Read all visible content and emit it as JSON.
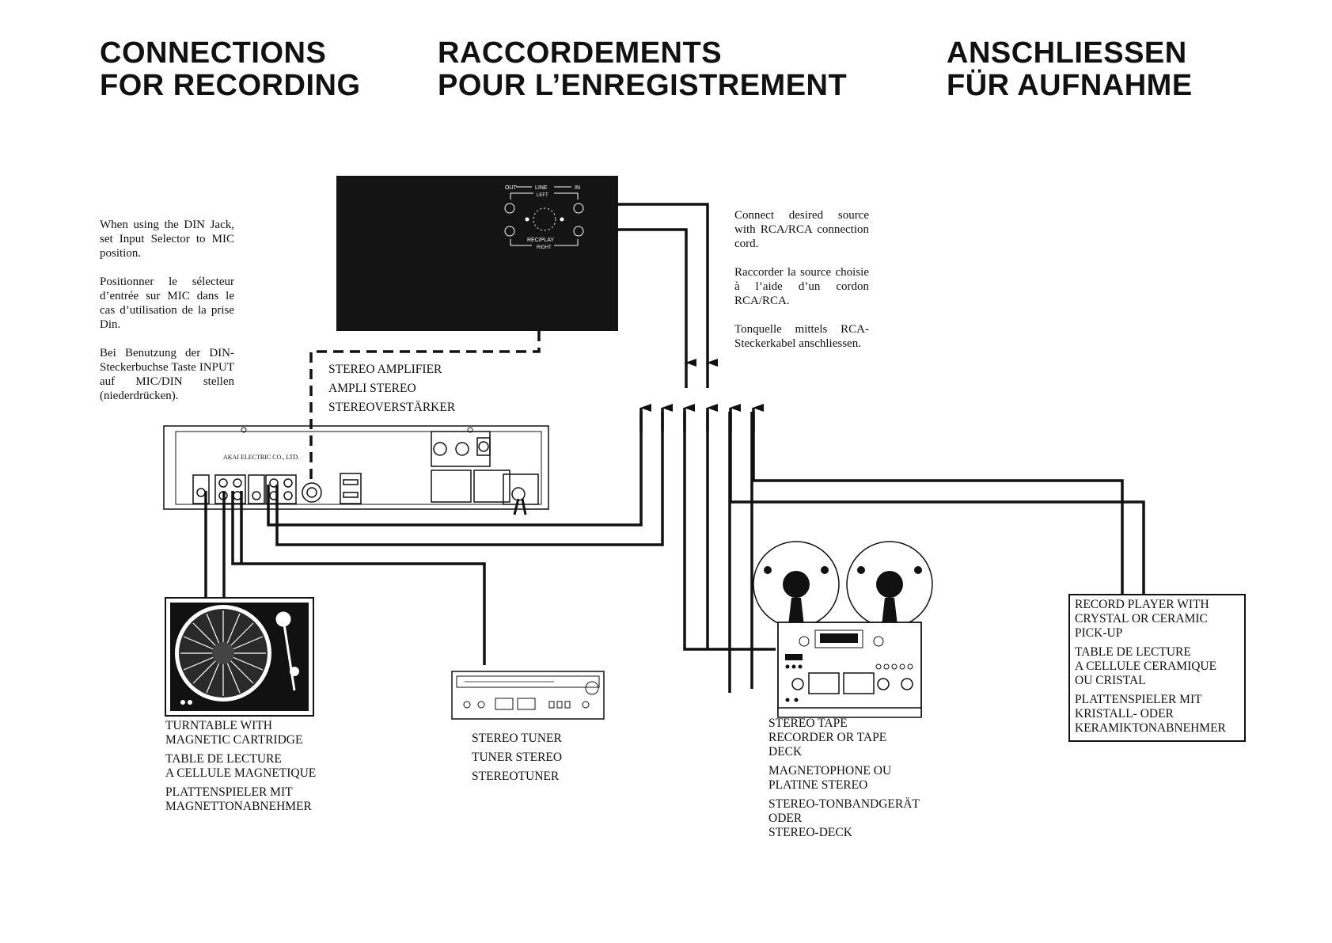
{
  "titles": [
    {
      "line1": "CONNECTIONS",
      "line2": "FOR RECORDING"
    },
    {
      "line1": "RACCORDEMENTS",
      "line2": "POUR L’ENREGISTREMENT"
    },
    {
      "line1": "ANSCHLIESSEN",
      "line2": "FÜR AUFNAHME"
    }
  ],
  "din_note": [
    "When using the DIN Jack, set Input Selector to MIC position.",
    "Positionner le sélecteur d’entrée sur MIC dans le cas d’utilisation de la prise Din.",
    "Bei Benutzung der DIN-Steckerbuchse Taste INPUT auf MIC/DIN stellen (niederdrücken)."
  ],
  "rca_note": [
    "Connect desired source with RCA/RCA connection cord.",
    "Raccorder la source choisie à l’aide d’un cordon RCA/RCA.",
    "Tonquelle mittels RCA-Steckerkabel anschliessen."
  ],
  "recorder_panel": {
    "out": "OUT",
    "line": "LINE",
    "in": "IN",
    "left": "LEFT",
    "rec_play": "REC/PLAY",
    "right": "RIGHT"
  },
  "amplifier": {
    "label": [
      "STEREO AMPLIFIER",
      "AMPLI STEREO",
      "STEREOVERSTÄRKER"
    ],
    "brand": "AKAI ELECTRIC CO., LTD."
  },
  "devices": {
    "turntable": [
      [
        "TURNTABLE WITH",
        "MAGNETIC CARTRIDGE"
      ],
      [
        "TABLE DE LECTURE",
        "A CELLULE MAGNETIQUE"
      ],
      [
        "PLATTENSPIELER MIT",
        "MAGNETTONABNEHMER"
      ]
    ],
    "tuner": [
      [
        "STEREO TUNER"
      ],
      [
        "TUNER STEREO"
      ],
      [
        "STEREOTUNER"
      ]
    ],
    "tape_deck": [
      [
        "STEREO TAPE",
        "RECORDER OR TAPE",
        "DECK"
      ],
      [
        "MAGNETOPHONE OU",
        "PLATINE STEREO"
      ],
      [
        "STEREO-TONBANDGERÄT",
        "ODER",
        "STEREO-DECK"
      ]
    ],
    "record_player": [
      [
        "RECORD PLAYER WITH",
        "CRYSTAL OR CERAMIC",
        "PICK-UP"
      ],
      [
        "TABLE DE LECTURE",
        "A CELLULE CERAMIQUE",
        "OU CRISTAL"
      ],
      [
        "PLATTENSPIELER MIT",
        "KRISTALL- ODER",
        "KERAMIKTONABNEHMER"
      ]
    ]
  },
  "colors": {
    "ink": "#111111",
    "panel": "#141414",
    "paper": "#ffffff"
  }
}
